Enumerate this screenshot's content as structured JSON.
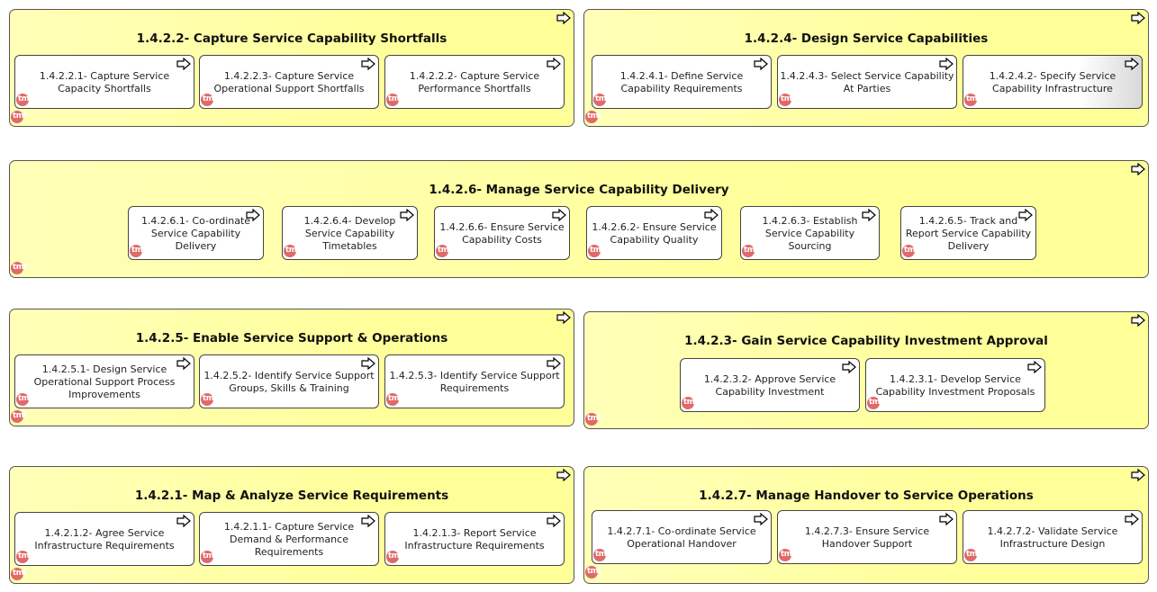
{
  "groups": [
    {
      "title": "1.4.2.2- Capture Service Capability Shortfalls",
      "processes": [
        "1.4.2.2.1- Capture Service Capacity Shortfalls",
        "1.4.2.2.3- Capture Service Operational Support Shortfalls",
        "1.4.2.2.2- Capture Service Performance Shortfalls"
      ]
    },
    {
      "title": "1.4.2.4- Design Service Capabilities",
      "processes": [
        "1.4.2.4.1- Define Service Capability Requirements",
        "1.4.2.4.3- Select Service Capability At Parties",
        "1.4.2.4.2- Specify Service Capability Infrastructure"
      ]
    },
    {
      "title": "1.4.2.6- Manage Service Capability Delivery",
      "processes": [
        "1.4.2.6.1- Co-ordinate Service Capability Delivery",
        "1.4.2.6.4- Develop Service Capability Timetables",
        "1.4.2.6.6- Ensure Service Capability Costs",
        "1.4.2.6.2- Ensure Service Capability Quality",
        "1.4.2.6.3- Establish Service Capability Sourcing",
        "1.4.2.6.5- Track and Report Service Capability Delivery"
      ]
    },
    {
      "title": "1.4.2.5- Enable Service Support & Operations",
      "processes": [
        "1.4.2.5.1- Design Service Operational Support Process Improvements",
        "1.4.2.5.2- Identify Service Support Groups, Skills & Training",
        "1.4.2.5.3- Identify Service Support Requirements"
      ]
    },
    {
      "title": "1.4.2.3- Gain Service Capability Investment Approval",
      "processes": [
        "1.4.2.3.2- Approve Service Capability Investment",
        "1.4.2.3.1- Develop Service Capability Investment Proposals"
      ]
    },
    {
      "title": "1.4.2.1- Map & Analyze Service Requirements",
      "processes": [
        "1.4.2.1.2- Agree Service Infrastructure Requirements",
        "1.4.2.1.1- Capture Service Demand & Performance Requirements",
        "1.4.2.1.3- Report Service Infrastructure Requirements"
      ]
    },
    {
      "title": "1.4.2.7- Manage Handover to Service Operations",
      "processes": [
        "1.4.2.7.1- Co-ordinate Service Operational Handover",
        "1.4.2.7.3- Ensure Service Handover Support",
        "1.4.2.7.2- Validate Service Infrastructure Design"
      ]
    }
  ],
  "logo_text": "tmf",
  "colors": {
    "group_fill": "#ffff9a",
    "process_fill": "#ffffff",
    "logo": "#e06a6a",
    "border": "#555555"
  },
  "icons": {
    "process_marker": "process-arrow-icon",
    "badge": "tmf-logo-icon"
  }
}
